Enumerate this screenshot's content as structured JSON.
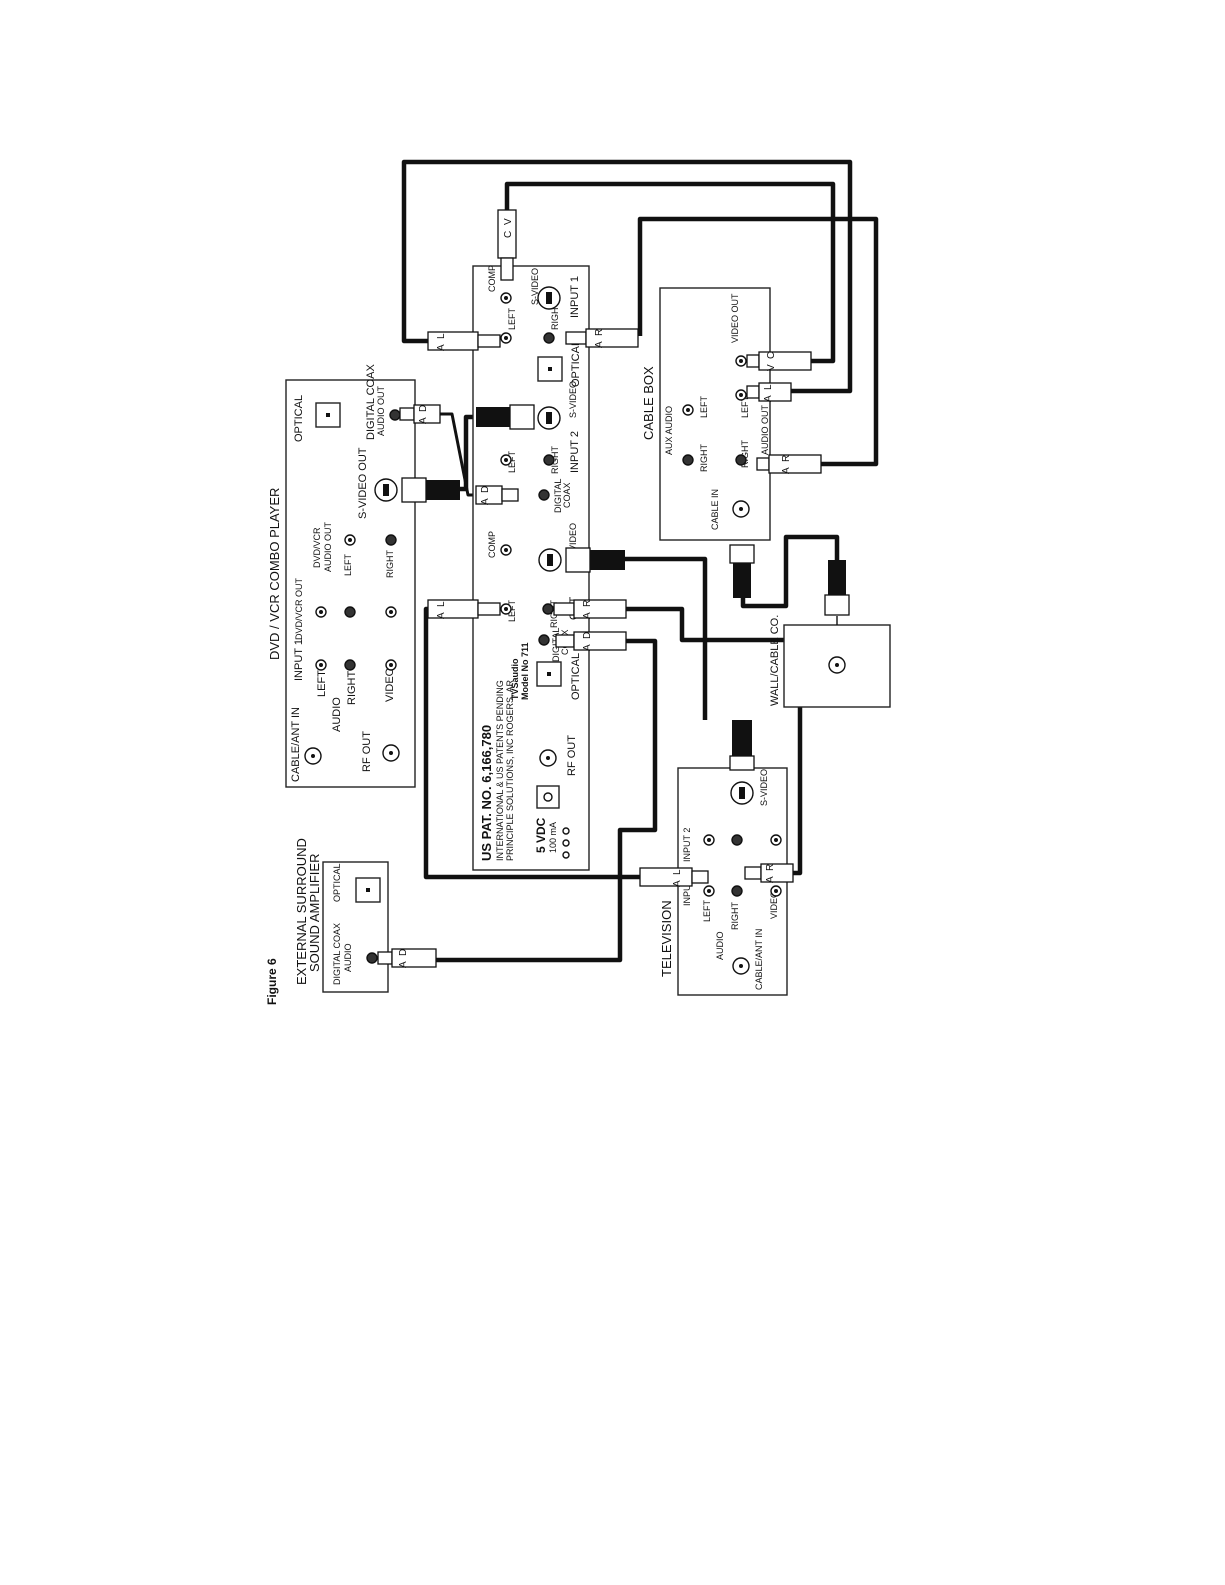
{
  "figure_label": "Figure 6",
  "devices": {
    "dvd": {
      "title": "DVD / VCR COMBO PLAYER",
      "cable_ant_in": "CABLE/ANT IN",
      "rf_out": "RF OUT",
      "audio": "AUDIO",
      "input1": "INPUT 1",
      "left": "LEFT",
      "right": "RIGHT",
      "video": "VIDEO",
      "dvd_vcr_out": "DVD/VCR OUT",
      "dvd_vcr_audio_out_1": "DVD/VCR",
      "dvd_vcr_audio_out_2": "AUDIO OUT",
      "left2": "LEFT",
      "right2": "RIGHT",
      "svideo_out": "S-VIDEO OUT",
      "digital_coax_1": "DIGITAL COAX",
      "digital_coax_2": "AUDIO OUT",
      "optical": "OPTICAL"
    },
    "switch": {
      "patent": "US PAT. NO. 6,166,780",
      "intl_1": "INTERNATIONAL & US PATENTS PENDING",
      "intl_2": "PRINCIPLE SOLUTIONS, INC ROGERS, AR",
      "power_1": "5 VDC",
      "power_2": "100 mA",
      "rf_out": "RF OUT",
      "brand": "TVSaudio",
      "model": "Model No 711",
      "optical": "OPTICAL",
      "digital_coax_1": "DIGITAL",
      "digital_coax_2": "COAX",
      "out": "OUT",
      "right": "RIGHT",
      "left": "LEFT",
      "comp": "COMP",
      "svideo": "S-VIDEO",
      "input2": "INPUT 2",
      "in2_digital_1": "DIGITAL",
      "in2_digital_2": "COAX",
      "in2_right": "RIGHT",
      "in2_left": "LEFT",
      "in2_svideo": "S-VIDEO",
      "in1_optical": "OPTICAL",
      "input1": "INPUT 1",
      "in1_right": "RIGHT",
      "in1_left": "LEFT",
      "in1_svideo": "S-VIDEO",
      "in1_comp": "COMP"
    },
    "cable_box": {
      "title": "CABLE BOX",
      "cable_in": "CABLE IN",
      "aux_audio": "AUX AUDIO",
      "right": "RIGHT",
      "left": "LEFT",
      "audio_out": "AUDIO OUT",
      "right2": "RIGHT",
      "left2": "LEFT",
      "video_out": "VIDEO OUT"
    },
    "wall": {
      "title": "WALL/CABLE CO."
    },
    "tv": {
      "title": "TELEVISION",
      "cable_ant_in": "CABLE/ANT IN",
      "audio": "AUDIO",
      "input": "INPUT",
      "left": "LEFT",
      "right": "RIGHT",
      "video": "VIDEO",
      "input2": "INPUT 2",
      "svideo": "S-VIDEO"
    },
    "amp": {
      "title_1": "EXTERNAL SURROUND",
      "title_2": "SOUND AMPLIFIER",
      "digital_coax_1": "DIGITAL COAX",
      "digital_coax_2": "AUDIO",
      "optical": "OPTICAL"
    }
  },
  "plugs": {
    "left": "L",
    "right": "R",
    "audio": "A",
    "digital": "D",
    "composite_c": "C",
    "composite_v": "V"
  }
}
